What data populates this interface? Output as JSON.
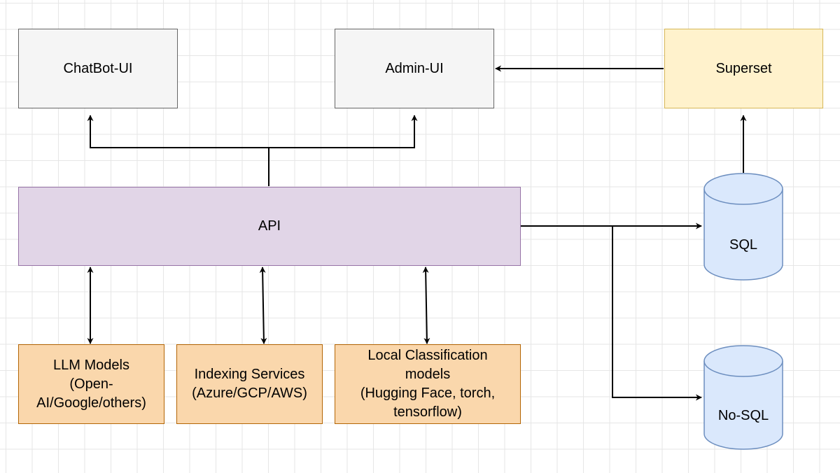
{
  "nodes": {
    "chatbot_ui": "ChatBot-UI",
    "admin_ui": "Admin-UI",
    "superset": "Superset",
    "api": "API",
    "llm_models": [
      "LLM Models",
      "(Open-",
      "AI/Google/others)"
    ],
    "indexing_services": [
      "Indexing Services",
      "(Azure/GCP/AWS)"
    ],
    "local_classification": [
      "Local Classification",
      "models",
      "(Hugging Face, torch,",
      "tensorflow)"
    ],
    "sql": "SQL",
    "nosql": "No-SQL"
  },
  "colors": {
    "ui_fill": "#f5f5f5",
    "api_fill": "#e1d5e7",
    "superset_fill": "#fff2cc",
    "service_fill": "#fad7ac",
    "db_fill": "#dae8fc",
    "db_stroke": "#6c8ebf",
    "edge": "#000000"
  }
}
